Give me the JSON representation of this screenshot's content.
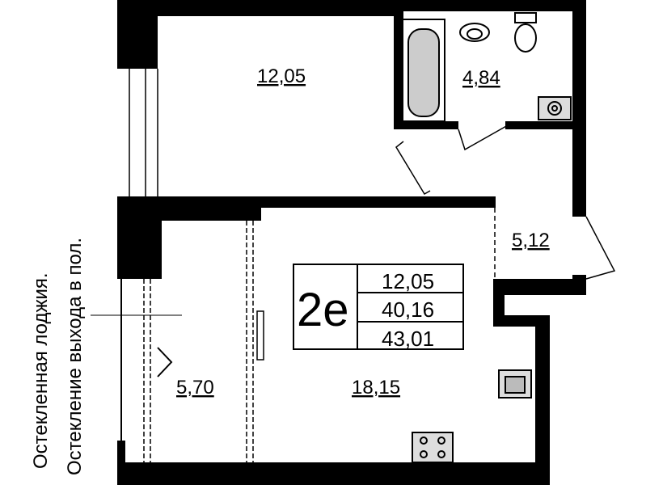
{
  "plan": {
    "notes": [
      "Остекленная лоджия.",
      "Остекление выхода в пол."
    ],
    "rooms": {
      "living_room": "12,05",
      "bathroom": "4,84",
      "hallway": "5,12",
      "loggia": "5,70",
      "kitchen": "18,15"
    },
    "summary": {
      "type": "2e",
      "living_area": "12,05",
      "total_area": "40,16",
      "total_with_loggia": "43,01"
    }
  }
}
